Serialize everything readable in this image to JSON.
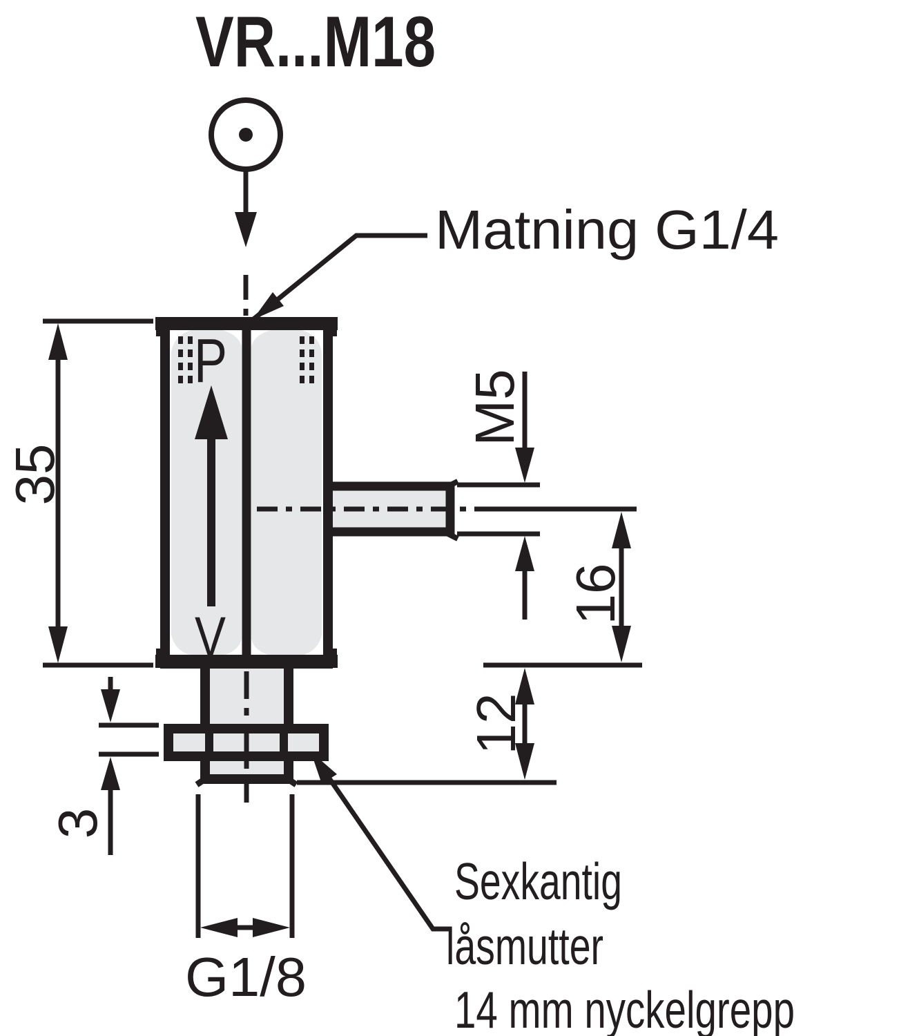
{
  "drawing": {
    "title": "VR...M18",
    "ports": {
      "pressure": "P",
      "vacuum": "V"
    },
    "annotations": {
      "supply": "Matning G1/4",
      "locknut_lines": [
        "Sexkantig",
        "låsmutter",
        "14 mm nyckelgrepp"
      ]
    },
    "dimensions": {
      "body_height": "35",
      "side_port_thread": "M5",
      "port_center_to_base": "16",
      "stud_length": "12",
      "locknut_thickness": "3",
      "bottom_thread": "G1/8"
    },
    "colors": {
      "line": "#221e1f",
      "body_fill": "#e6e7e8",
      "background": "#ffffff"
    }
  }
}
